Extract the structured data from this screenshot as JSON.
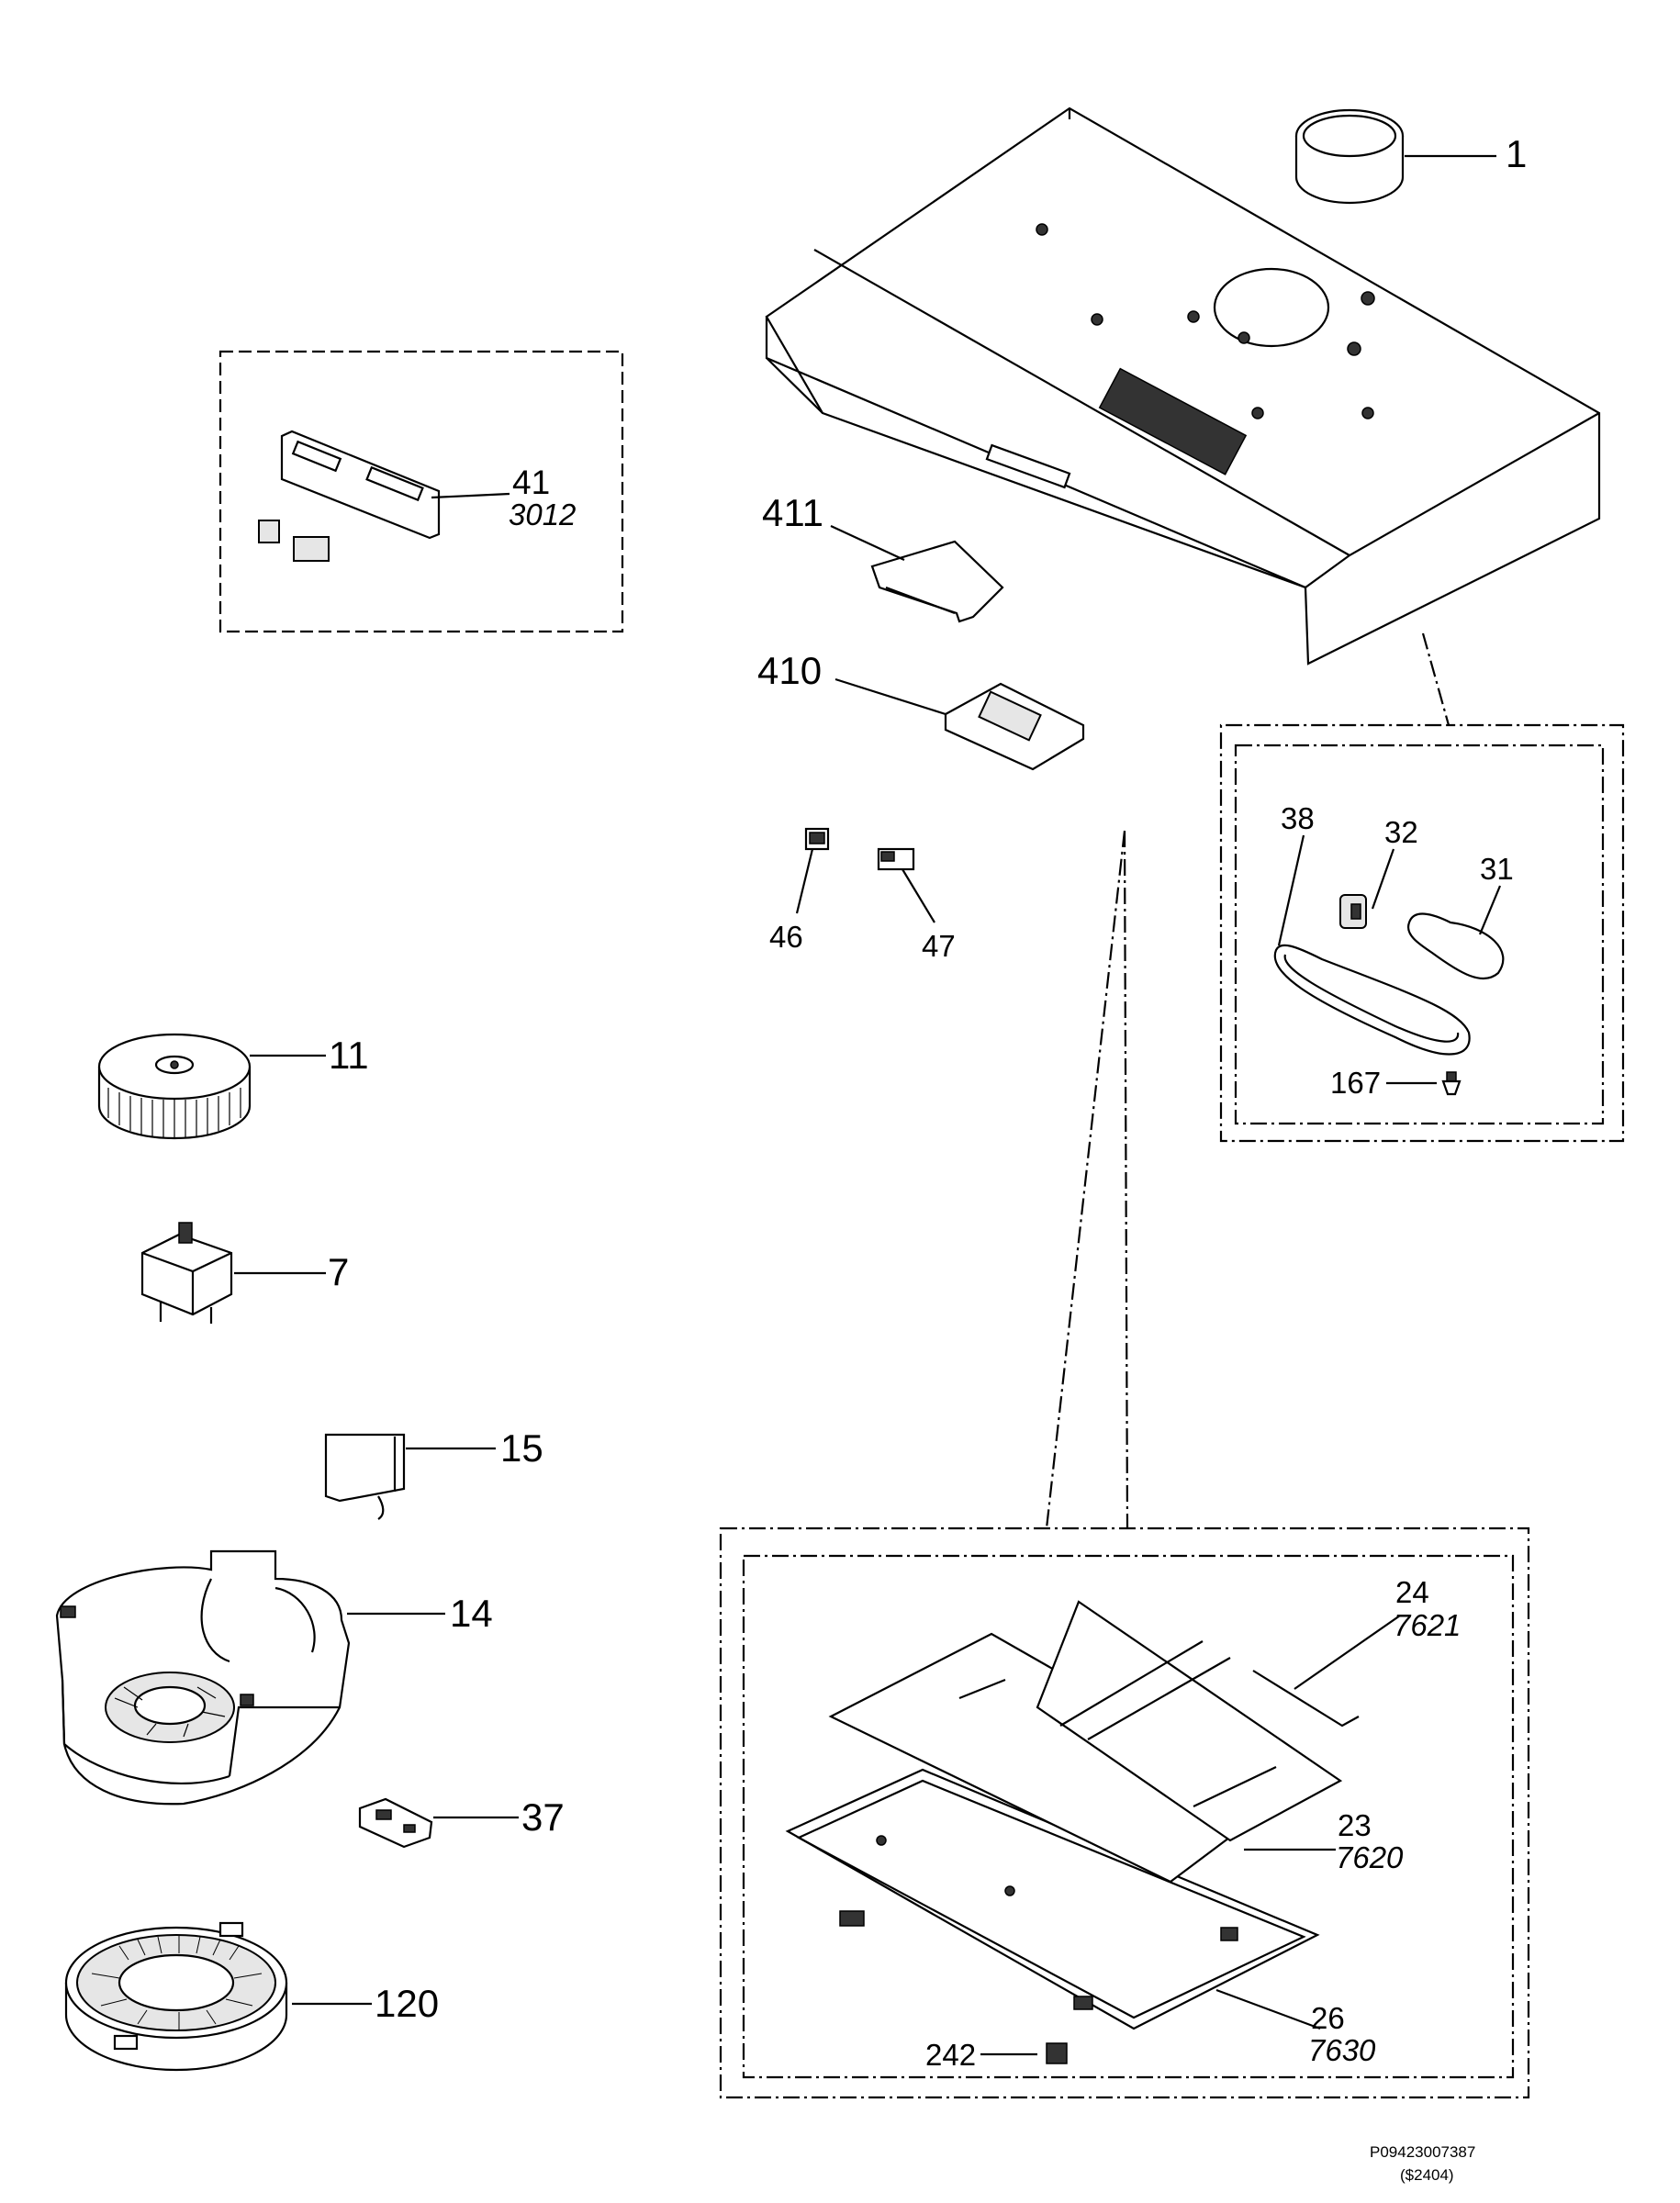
{
  "parts": {
    "p1": "1",
    "p41": "41",
    "p41_alt": "3012",
    "p411": "411",
    "p410": "410",
    "p46": "46",
    "p47": "47",
    "p38": "38",
    "p32": "32",
    "p31": "31",
    "p167": "167",
    "p11": "11",
    "p7": "7",
    "p15": "15",
    "p14": "14",
    "p37": "37",
    "p120": "120",
    "p24": "24",
    "p24_alt": "7621",
    "p23": "23",
    "p23_alt": "7620",
    "p26": "26",
    "p26_alt": "7630",
    "p242": "242"
  },
  "footer": {
    "drawing_number": "P09423007387",
    "revision": "($2404)"
  }
}
